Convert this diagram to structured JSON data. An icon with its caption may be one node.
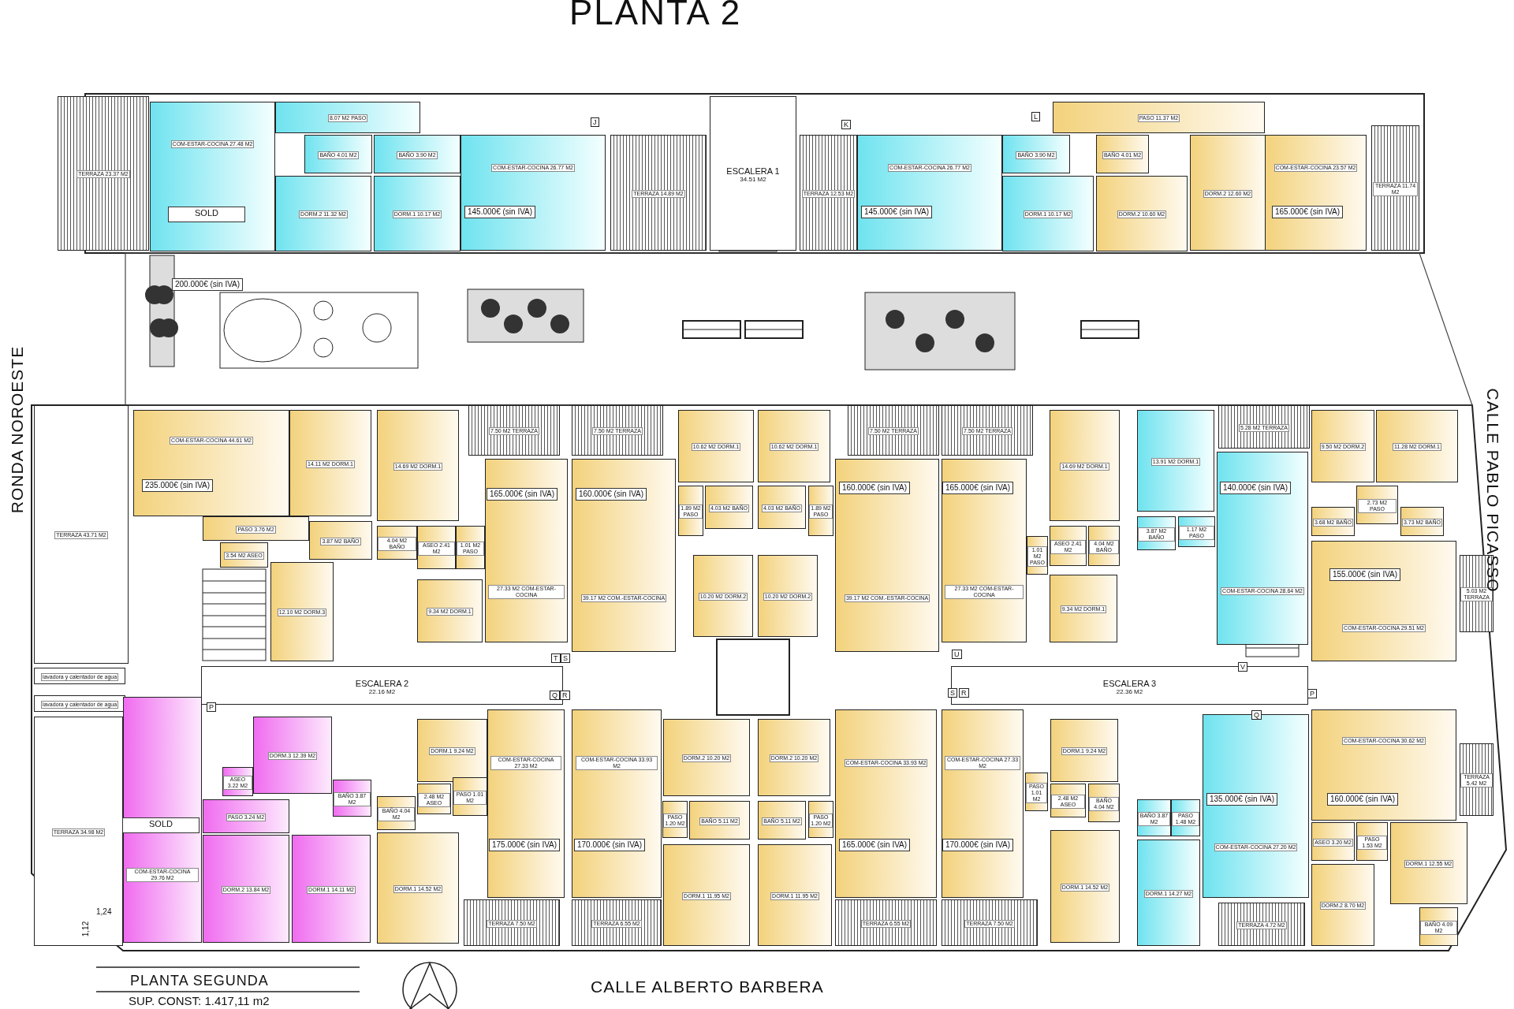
{
  "diagram": {
    "title": "PLANTA 2",
    "nodes": [
      {
        "text": [
          "TERRAZA 23.37 M2"
        ]
      },
      {
        "text": [
          "COM-ESTAR-COCINA 27.48 M2"
        ]
      },
      {
        "text": [
          "SOLD"
        ],
        "in": 1
      },
      {
        "text": [
          "8.07 M2 PASO"
        ]
      },
      {
        "text": [
          "BAÑO 4.01 M2"
        ]
      },
      {
        "text": [
          "DORM.2 11.32 M2"
        ]
      },
      {
        "text": [
          "BAÑO 3.90 M2"
        ]
      },
      {
        "text": [
          "DORM.1 10.17 M2"
        ]
      },
      {
        "text": [
          "COM-ESTAR-COCINA 26.77 M2"
        ]
      },
      {
        "text": [
          "145.000€ (sin IVA)"
        ],
        "in": 8
      },
      {
        "text": [
          "TERRAZA 14.89 M2"
        ]
      },
      {
        "text": [
          "ESCALERA 1",
          "34.51 M2"
        ]
      },
      {
        "text": [
          "TERRAZA 12.53 M2"
        ]
      },
      {
        "text": [
          "COM-ESTAR-COCINA 26.77 M2"
        ]
      },
      {
        "text": [
          "145.000€ (sin IVA)"
        ],
        "in": 13
      },
      {
        "text": [
          "BAÑO 3.90 M2"
        ]
      },
      {
        "text": [
          "DORM.1 10.17 M2"
        ]
      },
      {
        "text": [
          "PASO 11.37 M2"
        ]
      },
      {
        "text": [
          "BAÑO 4.01 M2"
        ]
      },
      {
        "text": [
          "DORM.2 10.60 M2"
        ]
      },
      {
        "text": [
          "DORM.2 12.60 M2"
        ]
      },
      {
        "text": [
          "COM-ESTAR-COCINA 23.57 M2"
        ]
      },
      {
        "text": [
          "165.000€ (sin IVA)"
        ],
        "in": 21
      },
      {
        "text": [
          "TERRAZA 11.74 M2"
        ]
      },
      {
        "text": [
          "200.000€ (sin IVA)"
        ]
      },
      {
        "text": [
          "TERRAZA 43.71 M2"
        ]
      },
      {
        "text": [
          "COM-ESTAR-COCINA 44.61 M2"
        ]
      },
      {
        "text": [
          "235.000€ (sin IVA)"
        ],
        "in": 26
      },
      {
        "text": [
          "14.11 M2 DORM.1"
        ]
      },
      {
        "text": [
          "PASO 3.76 M2"
        ]
      },
      {
        "text": [
          "3.87 M2 BAÑO"
        ]
      },
      {
        "text": [
          "3.54 M2 ASEO"
        ]
      },
      {
        "text": [
          "12.10 M2 DORM.3"
        ]
      },
      {
        "text": [
          "14.69 M2 DORM.1"
        ]
      },
      {
        "text": [
          "4.04 M2 BAÑO"
        ]
      },
      {
        "text": [
          "ASEO 2.41 M2"
        ]
      },
      {
        "text": [
          "1.01 M2 PASO"
        ]
      },
      {
        "text": [
          "9.34 M2 DORM.1"
        ]
      },
      {
        "text": [
          "7.50 M2 TERRAZA"
        ]
      },
      {
        "text": [
          "27.33 M2 COM-ESTAR-COCINA"
        ]
      },
      {
        "text": [
          "165.000€ (sin IVA)"
        ],
        "in": 39
      },
      {
        "text": [
          "7.50 M2 TERRAZA"
        ]
      },
      {
        "text": [
          "39.17 M2 COM.-ESTAR-COCINA"
        ]
      },
      {
        "text": [
          "160.000€ (sin IVA)"
        ],
        "in": 42
      },
      {
        "text": [
          "10.62 M2 DORM.1"
        ]
      },
      {
        "text": [
          "1.89 M2 PASO"
        ]
      },
      {
        "text": [
          "4.03 M2 BAÑO"
        ]
      },
      {
        "text": [
          "10.20 M2 DORM.2"
        ]
      },
      {
        "text": [
          "10.62 M2 DORM.1"
        ]
      },
      {
        "text": [
          "4.03 M2 BAÑO"
        ]
      },
      {
        "text": [
          "1.89 M2 PASO"
        ]
      },
      {
        "text": [
          "10.20 M2 DORM.2"
        ]
      },
      {
        "text": [
          "7.50 M2 TERRAZA"
        ]
      },
      {
        "text": [
          "39.17 M2 COM.-ESTAR-COCINA"
        ]
      },
      {
        "text": [
          "160.000€ (sin IVA)"
        ],
        "in": 53
      },
      {
        "text": [
          "7.50 M2 TERRAZA"
        ]
      },
      {
        "text": [
          "27.33 M2 COM-ESTAR-COCINA"
        ]
      },
      {
        "text": [
          "165.000€ (sin IVA)"
        ],
        "in": 56
      },
      {
        "text": [
          "1.01 M2 PASO"
        ]
      },
      {
        "text": [
          "ASEO 2.41 M2"
        ]
      },
      {
        "text": [
          "4.04 M2 BAÑO"
        ]
      },
      {
        "text": [
          "14.69 M2 DORM.1"
        ]
      },
      {
        "text": [
          "9.34 M2 DORM.1"
        ]
      },
      {
        "text": [
          "13.91 M2 DORM.1"
        ]
      },
      {
        "text": [
          "3.87 M2 BAÑO"
        ]
      },
      {
        "text": [
          "1.17 M2 PASO"
        ]
      },
      {
        "text": [
          "5.28 M2 TERRAZA"
        ]
      },
      {
        "text": [
          "COM-ESTAR-COCINA 28.64 M2"
        ]
      },
      {
        "text": [
          "140.000€ (sin IVA)"
        ],
        "in": 67
      },
      {
        "text": [
          "9.50 M2 DORM.2"
        ]
      },
      {
        "text": [
          "11.28 M2 DORM.1"
        ]
      },
      {
        "text": [
          "3.68 M2 BAÑO"
        ]
      },
      {
        "text": [
          "2.73 M2 PASO"
        ]
      },
      {
        "text": [
          "3.73 M2 BAÑO"
        ]
      },
      {
        "text": [
          "COM-ESTAR-COCINA 29.51 M2"
        ]
      },
      {
        "text": [
          "155.000€ (sin IVA)"
        ],
        "in": 74
      },
      {
        "text": [
          "5.03 M2 TERRAZA"
        ]
      },
      {
        "text": [
          "ESCALERA 2",
          "22.16 M2"
        ]
      },
      {
        "text": [
          "ESCALERA 3",
          "22.36 M2"
        ]
      },
      {
        "text": [
          "lavadora y calentador de agua"
        ]
      },
      {
        "text": [
          "lavadora y calentador de agua"
        ]
      },
      {
        "text": [
          "TERRAZA 34.98 M2"
        ]
      },
      {
        "text": [
          "COM-ESTAR-COCINA 29.76 M2"
        ]
      },
      {
        "text": [
          "SOLD"
        ],
        "in": 82
      },
      {
        "text": [
          "ASEO 3.22 M2"
        ]
      },
      {
        "text": [
          "PASO 3.24 M2"
        ]
      },
      {
        "text": [
          "DORM.3 12.39 M2"
        ]
      },
      {
        "text": [
          "BAÑO 3.87 M2"
        ]
      },
      {
        "text": [
          "DORM.2 13.84 M2"
        ]
      },
      {
        "text": [
          "DORM.1 14.11 M2"
        ]
      },
      {
        "text": [
          "DORM.1 9.24 M2"
        ]
      },
      {
        "text": [
          "2.48 M2 ASEO"
        ]
      },
      {
        "text": [
          "PASO 1.01 M2"
        ]
      },
      {
        "text": [
          "BAÑO 4.04 M2"
        ]
      },
      {
        "text": [
          "DORM.1 14.52 M2"
        ]
      },
      {
        "text": [
          "COM-ESTAR-COCINA 27.33 M2"
        ]
      },
      {
        "text": [
          "175.000€ (sin IVA)"
        ],
        "in": 95
      },
      {
        "text": [
          "TERRAZA 7.50 M2"
        ]
      },
      {
        "text": [
          "COM-ESTAR-COCINA 33.93 M2"
        ]
      },
      {
        "text": [
          "170.000€ (sin IVA)"
        ],
        "in": 98
      },
      {
        "text": [
          "DORM.2 10.20 M2"
        ]
      },
      {
        "text": [
          "PASO 1.20 M2"
        ]
      },
      {
        "text": [
          "BAÑO 5.11 M2"
        ]
      },
      {
        "text": [
          "DORM.1 11.95 M2"
        ]
      },
      {
        "text": [
          "TERRAZA 6.55 M2"
        ]
      },
      {
        "text": [
          "DORM.2 10.20 M2"
        ]
      },
      {
        "text": [
          "BAÑO 5.11 M2"
        ]
      },
      {
        "text": [
          "PASO 1.20 M2"
        ]
      },
      {
        "text": [
          "COM-ESTAR-COCINA 33.93 M2"
        ]
      },
      {
        "text": [
          "165.000€ (sin IVA)"
        ],
        "in": 108
      },
      {
        "text": [
          "DORM.1 11.95 M2"
        ]
      },
      {
        "text": [
          "TERRAZA 6.55 M2"
        ]
      },
      {
        "text": [
          "COM-ESTAR-COCINA 27.33 M2"
        ]
      },
      {
        "text": [
          "170.000€ (sin IVA)"
        ],
        "in": 112
      },
      {
        "text": [
          "PASO 1.01 M2"
        ]
      },
      {
        "text": [
          "DORM.1 9.24 M2"
        ]
      },
      {
        "text": [
          "2.48 M2 ASEO"
        ]
      },
      {
        "text": [
          "BAÑO 4.04 M2"
        ]
      },
      {
        "text": [
          "DORM.1 14.52 M2"
        ]
      },
      {
        "text": [
          "TERRAZA 7.50 M2"
        ]
      },
      {
        "text": [
          "COM-ESTAR-COCINA 27.20 M2"
        ]
      },
      {
        "text": [
          "135.000€ (sin IVA)"
        ],
        "in": 120
      },
      {
        "text": [
          "BAÑO 3.87 M2"
        ]
      },
      {
        "text": [
          "PASO 1.48 M2"
        ]
      },
      {
        "text": [
          "DORM.1 14.27 M2"
        ]
      },
      {
        "text": [
          "TERRAZA 4.72 M2"
        ]
      },
      {
        "text": [
          "COM-ESTAR-COCINA 30.62 M2"
        ]
      },
      {
        "text": [
          "160.000€ (sin IVA)"
        ],
        "in": 126
      },
      {
        "text": [
          "TERRAZA 5.42 M2"
        ]
      },
      {
        "text": [
          "ASEO 3.20 M2"
        ]
      },
      {
        "text": [
          "PASO 1.53 M2"
        ]
      },
      {
        "text": [
          "DORM.2 8.70 M2"
        ]
      },
      {
        "text": [
          "DORM.1 12.55 M2"
        ]
      },
      {
        "text": [
          "BAÑO 4.09 M2"
        ]
      }
    ],
    "labels": [
      "J",
      "K",
      "L",
      "RONDA NOROESTE",
      "CALLE PABLO PICASSO",
      "T",
      "S",
      "U",
      "V",
      "Q",
      "R",
      "P",
      "S",
      "R",
      "Q",
      "P",
      "1,24",
      "1,12",
      "PLANTA SEGUNDA",
      "SUP. CONST: 1.417,11 m2",
      "CALLE ALBERTO BARBERA"
    ]
  }
}
